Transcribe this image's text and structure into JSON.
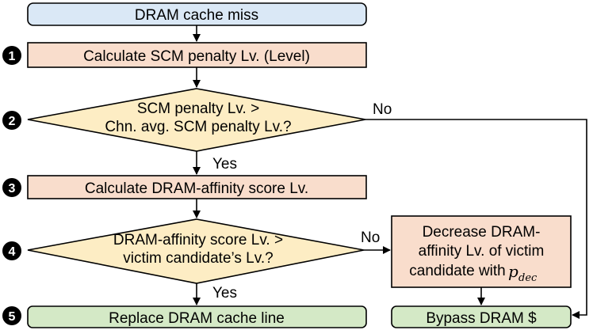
{
  "colors": {
    "start": "#dae8f6",
    "process": "#f9ddcc",
    "decision": "#fdedc4",
    "terminal": "#d4e9c6",
    "stroke": "#000000"
  },
  "nodes": {
    "start": "DRAM cache miss",
    "step1": "Calculate SCM penalty Lv. (Level)",
    "decision2_line1": "SCM penalty Lv. >",
    "decision2_line2": "Chn. avg. SCM penalty Lv.?",
    "step3": "Calculate DRAM-affinity score Lv.",
    "decision4_line1": "DRAM-affinity score Lv. >",
    "decision4_line2": "victim candidate’s Lv.?",
    "decrease_line1": "Decrease DRAM-",
    "decrease_line2": "affinity Lv. of victim",
    "decrease_line3": "candidate with",
    "decrease_math": "p",
    "decrease_math_sub": "dec",
    "replace": "Replace DRAM cache line",
    "bypass": "Bypass DRAM $"
  },
  "edge_labels": {
    "d2_no": "No",
    "d2_yes": "Yes",
    "d4_no": "No",
    "d4_yes": "Yes"
  },
  "steps": [
    "1",
    "2",
    "3",
    "4",
    "5"
  ]
}
